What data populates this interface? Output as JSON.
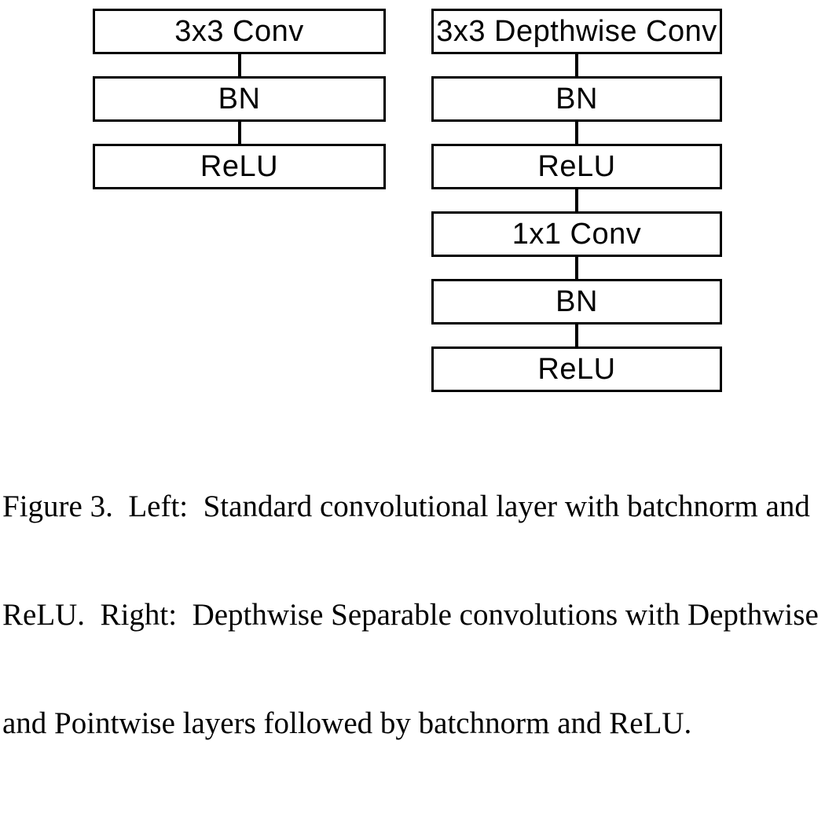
{
  "figure": {
    "colors": {
      "stroke": "#000000",
      "background": "#ffffff",
      "text": "#000000"
    },
    "left_column": {
      "boxes": [
        "3x3 Conv",
        "BN",
        "ReLU"
      ]
    },
    "right_column": {
      "boxes": [
        "3x3 Depthwise Conv",
        "BN",
        "ReLU",
        "1x1 Conv",
        "BN",
        "ReLU"
      ]
    },
    "caption": {
      "lines": [
        "Figure 3.  Left:  Standard convolutional layer with batchnorm and",
        "ReLU.  Right:  Depthwise Separable convolutions with Depthwise",
        "and Pointwise layers followed by batchnorm and ReLU."
      ]
    }
  }
}
